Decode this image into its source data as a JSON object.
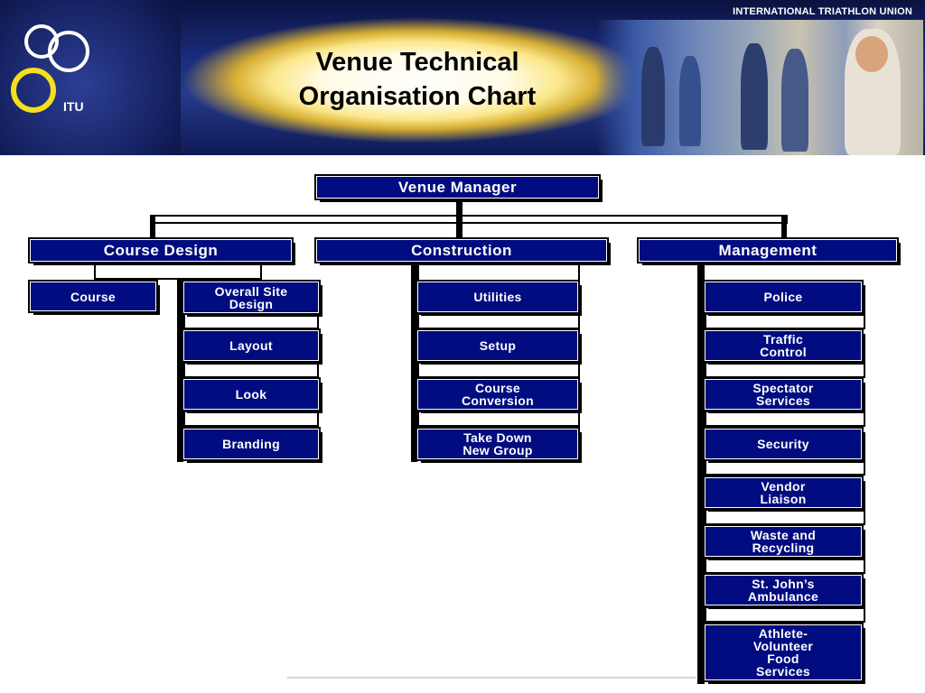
{
  "banner": {
    "title_line1": "Venue Technical",
    "title_line2": "Organisation Chart",
    "organization": "INTERNATIONAL TRIATHLON UNION",
    "logo_text": "ITU",
    "colors": {
      "logo_ring_white": "#ffffff",
      "logo_ring_yellow": "#f4e01c",
      "burst": "#f6c428",
      "background": "#1a2a78"
    }
  },
  "chart": {
    "box_color": "#000c80",
    "top": "Venue Manager",
    "departments": [
      {
        "label": "Course Design",
        "units": [
          "Course",
          "Overall Site\nDesign",
          "Layout",
          "Look",
          "Branding"
        ]
      },
      {
        "label": "Construction",
        "units": [
          "Utilities",
          "Setup",
          "Course\nConversion",
          "Take Down\nNew Group"
        ]
      },
      {
        "label": "Management",
        "units": [
          "Police",
          "Traffic\nControl",
          "Spectator\nServices",
          "Security",
          "Vendor\nLiaison",
          "Waste and\nRecycling",
          "St. John’s\nAmbulance",
          "Athlete-\nVolunteer\nFood\nServices"
        ]
      }
    ]
  }
}
